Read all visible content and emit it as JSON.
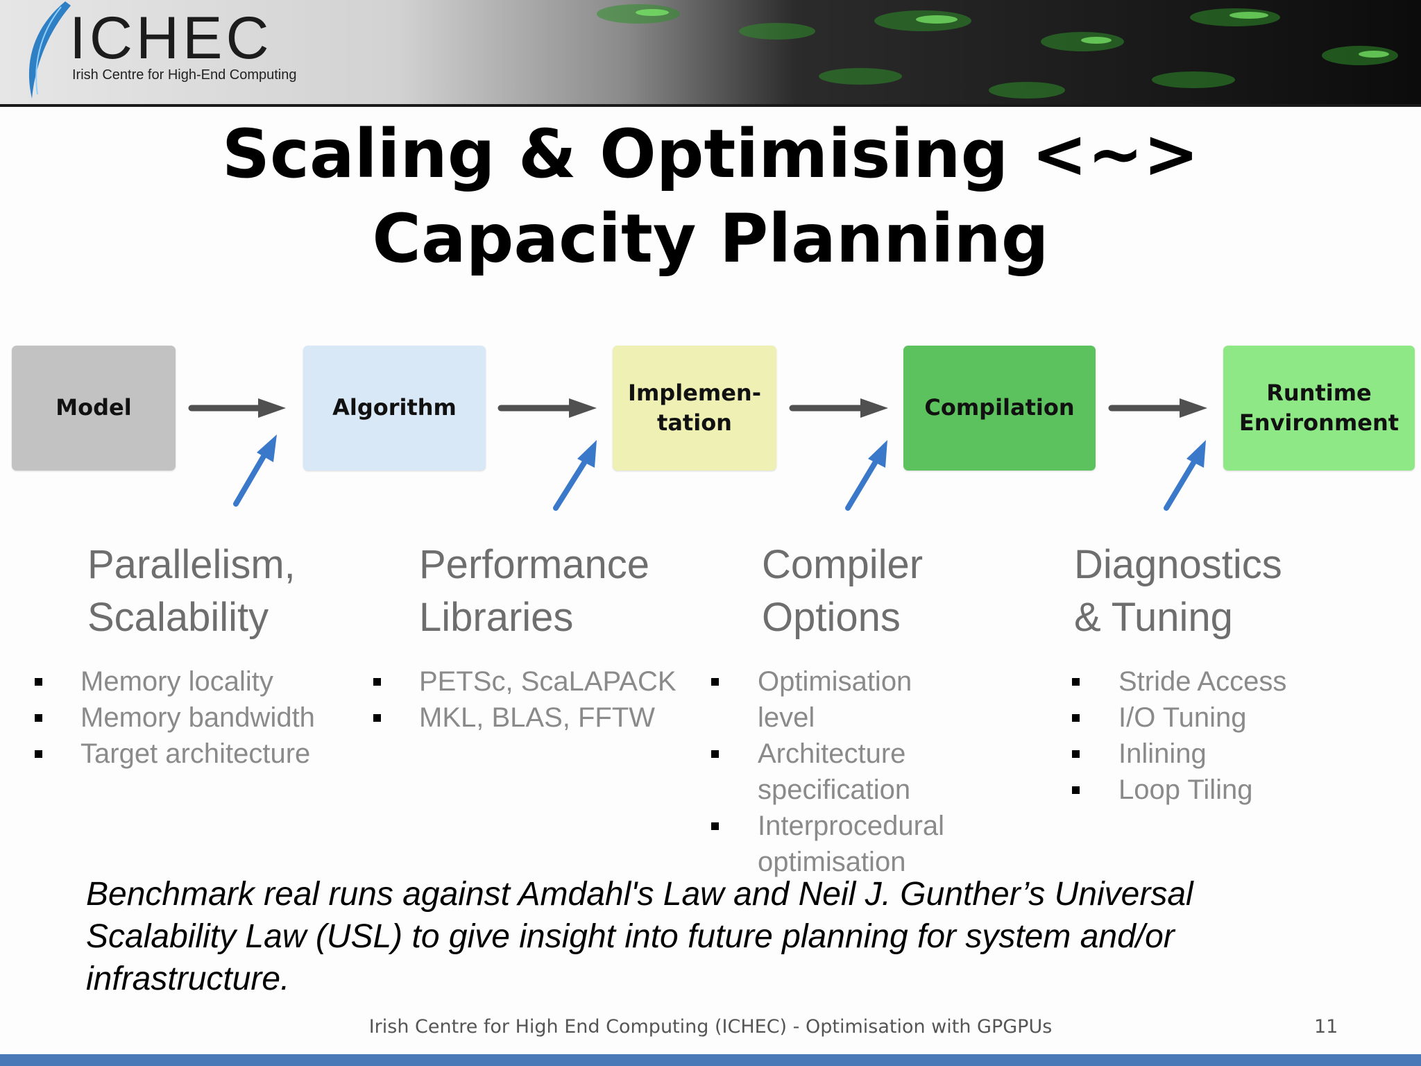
{
  "header": {
    "logo_text": "ICHEC",
    "logo_subtitle": "Irish Centre for High-End Computing"
  },
  "title": {
    "line1": "Scaling & Optimising <~>",
    "line2": "Capacity Planning"
  },
  "flow": {
    "stages": [
      {
        "label_lines": [
          "Model"
        ],
        "color": "#c2c2c2"
      },
      {
        "label_lines": [
          "Algorithm"
        ],
        "color": "#d9e8f6"
      },
      {
        "label_lines": [
          "Implemen-",
          "tation"
        ],
        "color": "#eff0b3"
      },
      {
        "label_lines": [
          "Compilation"
        ],
        "color": "#5cc25d"
      },
      {
        "label_lines": [
          "Runtime",
          "Environment"
        ],
        "color": "#8ee885"
      }
    ],
    "connector_color": "#505050",
    "input_arrow_color": "#3a78c9"
  },
  "categories": [
    {
      "heading_lines": [
        "Parallelism,",
        "Scalability"
      ],
      "bullets": [
        "Memory locality",
        "Memory bandwidth",
        "Target architecture"
      ]
    },
    {
      "heading_lines": [
        "Performance",
        "Libraries"
      ],
      "bullets": [
        "PETSc, ScaLAPACK",
        "MKL, BLAS, FFTW"
      ]
    },
    {
      "heading_lines": [
        "Compiler",
        "Options"
      ],
      "bullets": [
        [
          "Optimisation level"
        ],
        [
          "Architecture",
          "specification"
        ],
        [
          "Interprocedural",
          "optimisation"
        ]
      ]
    },
    {
      "heading_lines": [
        "Diagnostics",
        "& Tuning"
      ],
      "bullets": [
        "Stride Access",
        "I/O Tuning",
        "Inlining",
        "Loop Tiling"
      ]
    }
  ],
  "note": "Benchmark real runs against Amdahl's Law and Neil J. Gunther’s Universal Scalability Law (USL) to give insight into future planning for system and/or infrastructure.",
  "footer": {
    "text": "Irish Centre for High End Computing (ICHEC) - Optimisation with GPGPUs",
    "page": "11"
  },
  "colors": {
    "accent_bar": "#4a79b8",
    "heading_gray": "#6e6e6e",
    "bullet_gray": "#8a8a8a"
  }
}
